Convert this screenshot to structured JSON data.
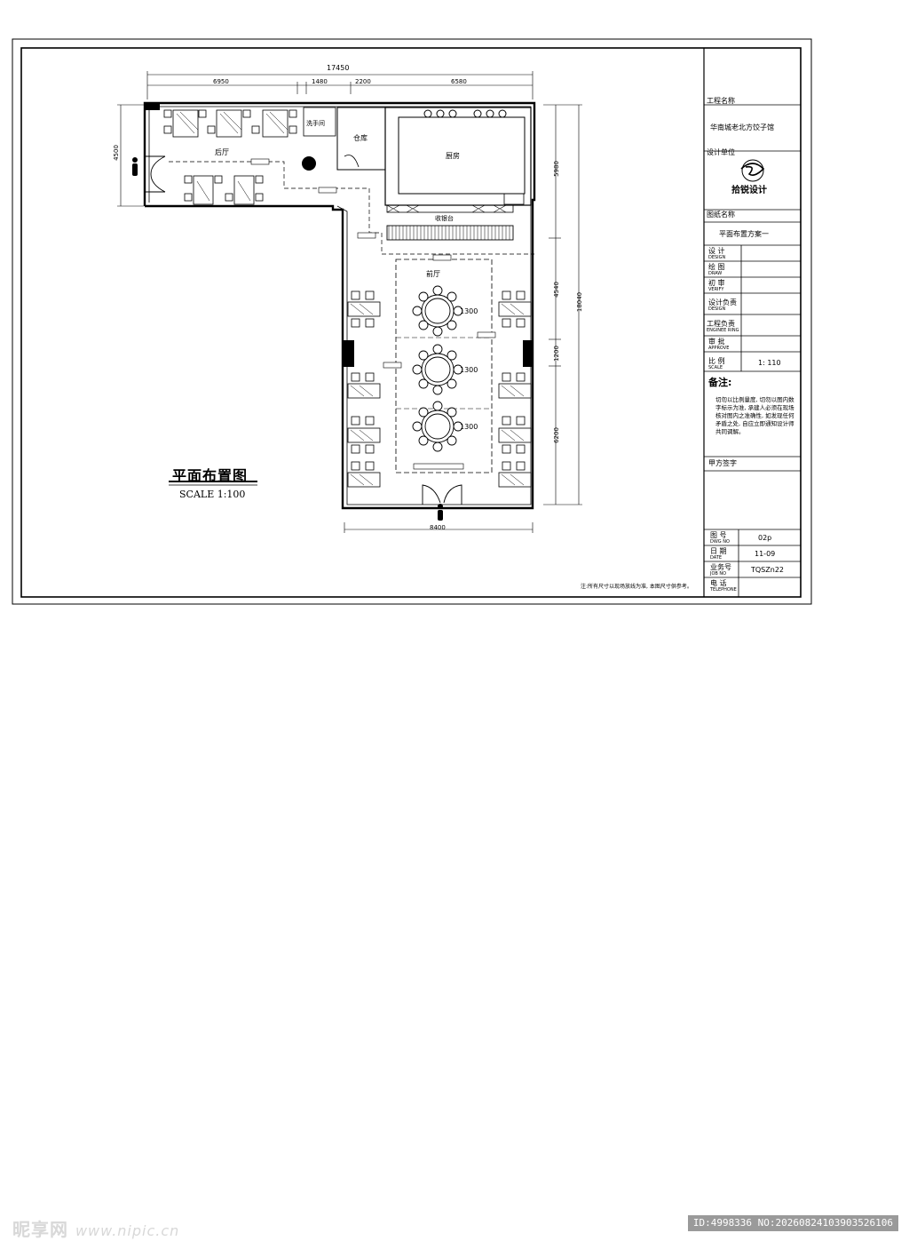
{
  "drawing": {
    "title": "平面布置图",
    "scale_label": "SCALE 1:100",
    "note": "注:所有尺寸以现场放线为准, 本图尺寸供参考。"
  },
  "dimensions": {
    "overall_width": "17450",
    "top_segments": [
      "6950",
      "1480",
      "2200",
      "6580"
    ],
    "left_height": "4500",
    "right_segments": [
      "5980",
      "4540",
      "1200",
      "6200"
    ],
    "right_total": "18040",
    "bottom_width": "8400"
  },
  "rooms": {
    "back_hall": "后厅",
    "storage": "仓库",
    "kitchen": "厨房",
    "cashier": "收银台",
    "main_hall": "前厅",
    "handwash": "洗手间"
  },
  "round_tables": [
    "1300",
    "1300",
    "1300"
  ],
  "title_block": {
    "project_name_label": "工程名称",
    "project_name": "华南城老北方饺子馆",
    "design_unit_label": "设计单位",
    "logo_text": "拾锐设计",
    "drawing_name_label": "图纸名称",
    "drawing_name": "平面布置方案一",
    "rows": [
      {
        "cn": "设 计",
        "en": "DESIGN"
      },
      {
        "cn": "绘 图",
        "en": "DRAW"
      },
      {
        "cn": "初 审",
        "en": "VERIFY"
      },
      {
        "cn": "设计负责",
        "en": "DESIGN"
      },
      {
        "cn": "工程负责",
        "en": "ENGINEE RING"
      },
      {
        "cn": "审 批",
        "en": "APPROVE"
      }
    ],
    "scale_label": "比 例",
    "scale_en": "SCALE",
    "scale_value": "1: 110",
    "remarks_label": "备注:",
    "remarks_text": "切勿以比例量度, 切勿以图内数字标示为准, 承建人必须在现场核对图内之准确性, 如发现任何矛盾之处, 自应立即通知设计师共同调解。",
    "client_sign_label": "甲方签字",
    "dwg_no_label": "图 号",
    "dwg_no_en": "DWG NO",
    "dwg_no": "02p",
    "date_label": "日 期",
    "date_en": "DATE",
    "date": "11-09",
    "job_no_label": "业务号",
    "job_no_en": "JOB NO",
    "job_no": "TQSZn22",
    "telephone_label": "电 话",
    "telephone_en": "TELEPHONE",
    "telephone": ""
  },
  "watermark": {
    "site_cn": "昵享网",
    "site_url": "www.nipic.cn",
    "id_text": "ID:4998336 NO:20260824103903526106"
  }
}
